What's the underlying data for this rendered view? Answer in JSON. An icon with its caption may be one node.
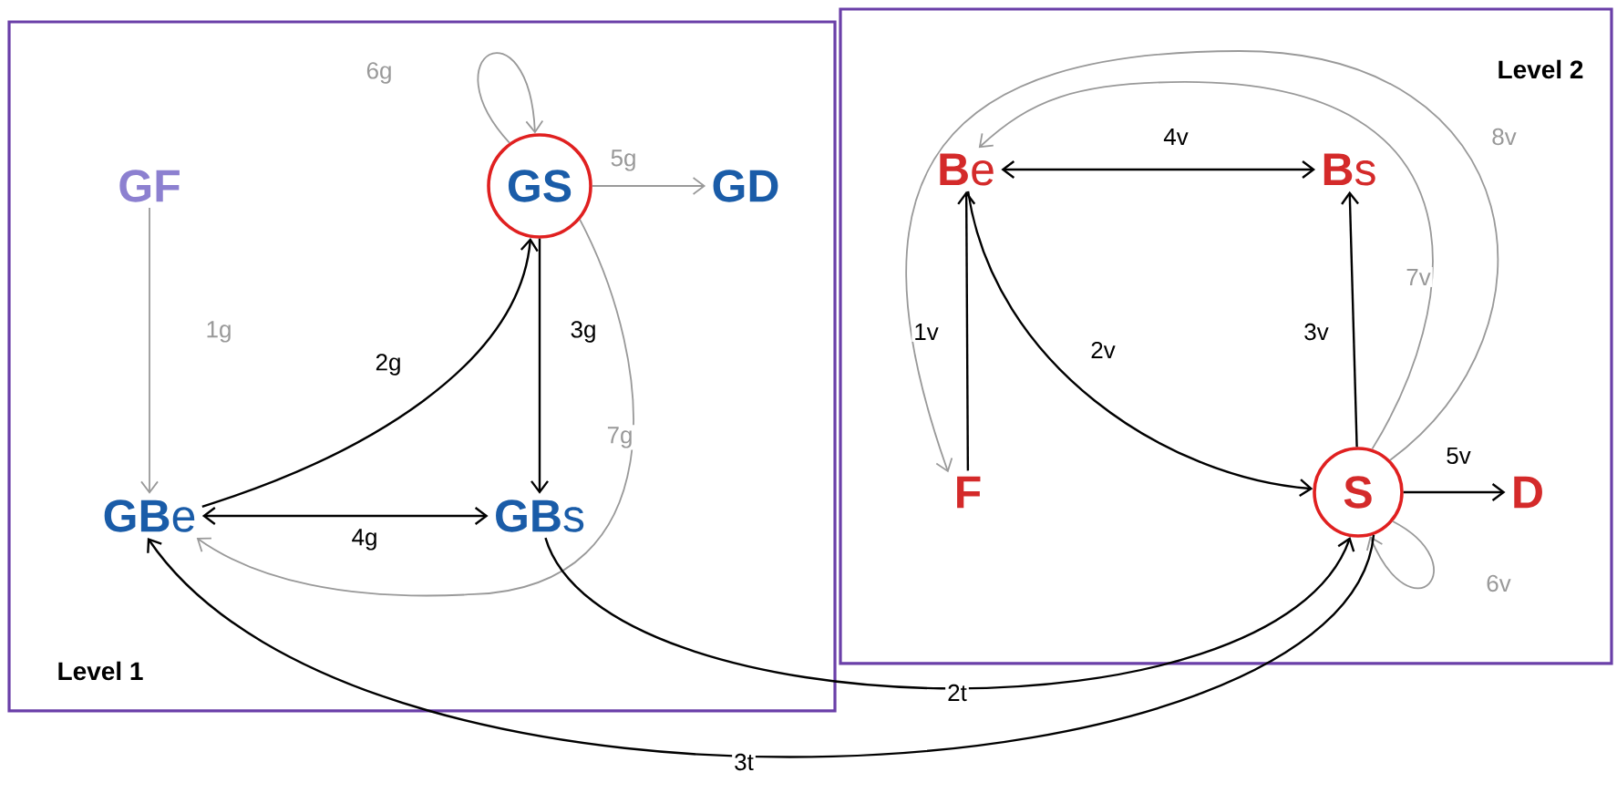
{
  "diagram": {
    "nodes": [
      {
        "text": [
          "Level 1"
        ]
      },
      {
        "text": [
          "Level 2"
        ]
      },
      {
        "text": [
          "GF"
        ],
        "in": 0
      },
      {
        "text": [
          "GS"
        ],
        "in": 0
      },
      {
        "text": [
          "GD"
        ],
        "in": 0
      },
      {
        "text": [
          "**GB**e"
        ],
        "in": 0
      },
      {
        "text": [
          "**GB**s"
        ],
        "in": 0
      },
      {
        "text": [
          "**B**e"
        ],
        "in": 1
      },
      {
        "text": [
          "**B**s"
        ],
        "in": 1
      },
      {
        "text": [
          "F"
        ],
        "in": 1
      },
      {
        "text": [
          "S"
        ],
        "in": 1
      },
      {
        "text": [
          "D"
        ],
        "in": 1
      }
    ],
    "edges": [
      {
        "from": 2,
        "to": 5,
        "arrow": "to",
        "label": "1g",
        "color": "#999999"
      },
      {
        "from": 5,
        "to": 3,
        "arrow": "to",
        "label": "2g"
      },
      {
        "from": 3,
        "to": 6,
        "arrow": "to",
        "label": "3g"
      },
      {
        "from": 5,
        "to": 6,
        "arrow": "both",
        "label": "4g"
      },
      {
        "from": 3,
        "to": 4,
        "arrow": "to",
        "label": "5g",
        "color": "#999999"
      },
      {
        "from": 3,
        "to": 3,
        "arrow": "to",
        "label": "6g",
        "color": "#999999"
      },
      {
        "from": 3,
        "to": 5,
        "arrow": "to",
        "label": "7g",
        "color": "#999999"
      },
      {
        "from": 9,
        "to": 7,
        "arrow": "to",
        "label": "1v"
      },
      {
        "from": 7,
        "to": 10,
        "arrow": "to",
        "label": "2v"
      },
      {
        "from": 10,
        "to": 8,
        "arrow": "to",
        "label": "3v"
      },
      {
        "from": 7,
        "to": 8,
        "arrow": "both",
        "label": "4v"
      },
      {
        "from": 10,
        "to": 11,
        "arrow": "to",
        "label": "5v"
      },
      {
        "from": 10,
        "to": 10,
        "arrow": "to",
        "label": "6v",
        "color": "#999999"
      },
      {
        "from": 10,
        "to": 7,
        "arrow": "to",
        "label": "7v",
        "color": "#999999"
      },
      {
        "from": 10,
        "to": 9,
        "arrow": "to",
        "label": "8v",
        "color": "#999999"
      },
      {
        "from": 6,
        "to": 10,
        "arrow": "to",
        "label": "2t"
      },
      {
        "from": 10,
        "to": 5,
        "arrow": "to",
        "label": "3t"
      }
    ]
  }
}
